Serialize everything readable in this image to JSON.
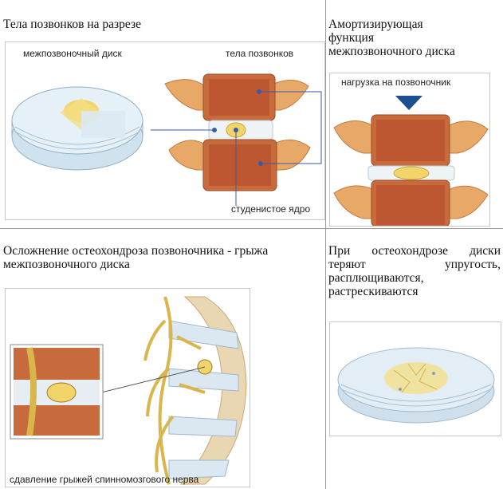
{
  "cells": {
    "top_left": {
      "heading": "Тела позвонков на разрезе",
      "labels": {
        "disc": "межпозвоночный диск",
        "bodies": "тела позвонков",
        "nucleus": "студенистое ядро"
      }
    },
    "top_right": {
      "heading_lines": [
        "Амортизирующая",
        "функция",
        "межпозвоночного диска"
      ],
      "labels": {
        "load": "нагрузка на позвоночник"
      }
    },
    "bottom_left": {
      "heading": "Осложнение остеохондроза позвоночника - грыжа межпозвоночного диска",
      "labels": {
        "compression": "сдавление грыжей спинномозгового нерва"
      }
    },
    "bottom_right": {
      "heading_lines": [
        "При остеохондрозе диски",
        "теряют упругость,",
        "расплющиваются,",
        "растрескиваются"
      ]
    }
  },
  "colors": {
    "bone": "#c86b3c",
    "bone_light": "#e8a868",
    "disc_blue": "#bcd6e8",
    "nucleus": "#f2d56a",
    "marrow": "#b54a2a",
    "arrow": "#1e4f8f",
    "nerve": "#e6c35a"
  }
}
